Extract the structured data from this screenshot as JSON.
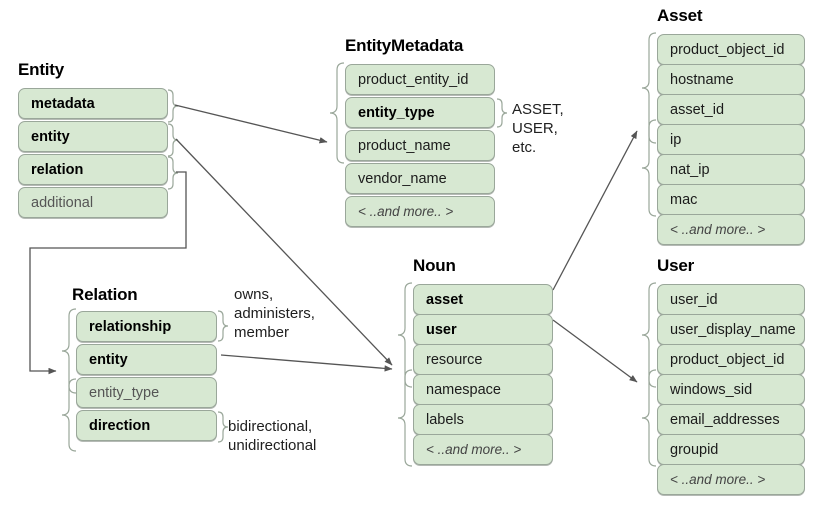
{
  "diagram": {
    "title_style": "entity-relationship field map",
    "colors": {
      "field_fill": "#d7e8d2",
      "field_border": "#9aa79a",
      "connector": "#555555",
      "text": "#1b1b1b",
      "muted_text": "#555555"
    }
  },
  "groups": [
    {
      "id": "entity",
      "title": "Entity",
      "fields": [
        {
          "label": "metadata",
          "emphasis": "bold"
        },
        {
          "label": "entity",
          "emphasis": "bold"
        },
        {
          "label": "relation",
          "emphasis": "bold"
        },
        {
          "label": "additional",
          "emphasis": "muted"
        }
      ]
    },
    {
      "id": "entity-metadata",
      "title": "EntityMetadata",
      "fields": [
        {
          "label": "product_entity_id",
          "emphasis": "normal"
        },
        {
          "label": "entity_type",
          "emphasis": "bold"
        },
        {
          "label": "product_name",
          "emphasis": "normal"
        },
        {
          "label": "vendor_name",
          "emphasis": "normal"
        },
        {
          "label": "< ..and more.. >",
          "emphasis": "more"
        }
      ]
    },
    {
      "id": "asset",
      "title": "Asset",
      "fields": [
        {
          "label": "product_object_id",
          "emphasis": "normal"
        },
        {
          "label": "hostname",
          "emphasis": "normal"
        },
        {
          "label": "asset_id",
          "emphasis": "normal"
        },
        {
          "label": "ip",
          "emphasis": "normal"
        },
        {
          "label": "nat_ip",
          "emphasis": "normal"
        },
        {
          "label": "mac",
          "emphasis": "normal"
        },
        {
          "label": "< ..and more.. >",
          "emphasis": "more"
        }
      ]
    },
    {
      "id": "user",
      "title": "User",
      "fields": [
        {
          "label": "user_id",
          "emphasis": "normal"
        },
        {
          "label": "user_display_name",
          "emphasis": "normal"
        },
        {
          "label": "product_object_id",
          "emphasis": "normal"
        },
        {
          "label": "windows_sid",
          "emphasis": "normal"
        },
        {
          "label": "email_addresses",
          "emphasis": "normal"
        },
        {
          "label": "groupid",
          "emphasis": "normal"
        },
        {
          "label": "< ..and more.. >",
          "emphasis": "more"
        }
      ]
    },
    {
      "id": "noun",
      "title": "Noun",
      "fields": [
        {
          "label": "asset",
          "emphasis": "bold"
        },
        {
          "label": "user",
          "emphasis": "bold"
        },
        {
          "label": "resource",
          "emphasis": "normal"
        },
        {
          "label": "namespace",
          "emphasis": "normal"
        },
        {
          "label": "labels",
          "emphasis": "normal"
        },
        {
          "label": "< ..and more.. >",
          "emphasis": "more"
        }
      ]
    },
    {
      "id": "relation",
      "title": "Relation",
      "fields": [
        {
          "label": "relationship",
          "emphasis": "bold"
        },
        {
          "label": "entity",
          "emphasis": "bold"
        },
        {
          "label": "entity_type",
          "emphasis": "muted"
        },
        {
          "label": "direction",
          "emphasis": "bold"
        }
      ]
    }
  ],
  "annotations": [
    {
      "id": "entity-type-values",
      "text": "ASSET,\nUSER,\netc."
    },
    {
      "id": "relationship-values",
      "text": "owns,\nadministers,\nmember"
    },
    {
      "id": "direction-values",
      "text": "bidirectional,\nunidirectional"
    }
  ]
}
